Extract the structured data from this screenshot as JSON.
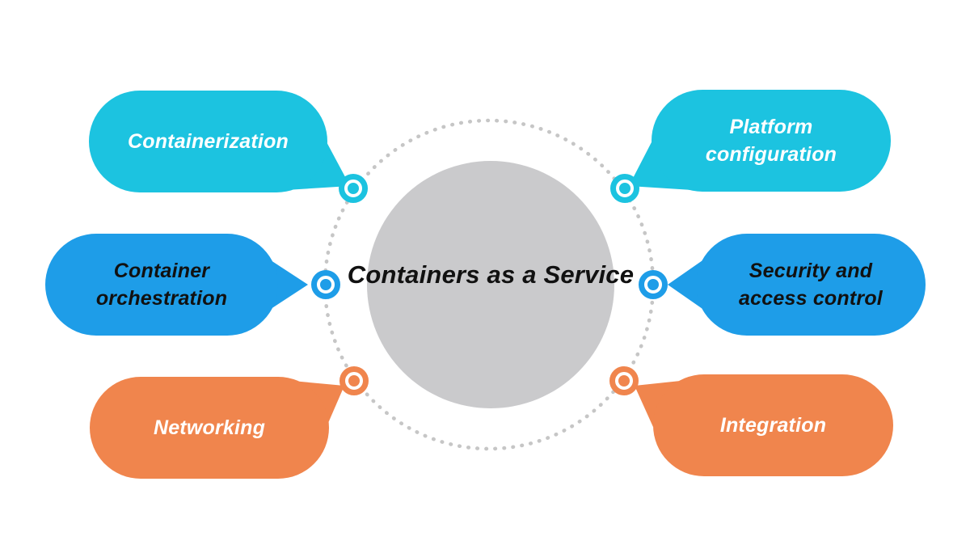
{
  "diagram": {
    "type": "radial-topic-map",
    "center": {
      "title": "Containers as a Service",
      "shape": "circle",
      "fill_color": "#cacacc",
      "text_color": "#111111"
    },
    "ring": {
      "style": "dotted",
      "color": "#c6c6c6"
    },
    "colors": {
      "cyan": "#1cc3e0",
      "blue": "#1e9de8",
      "orange": "#f0854d"
    },
    "bubbles": [
      {
        "id": "containerization",
        "label": "Containerization",
        "color": "#1cc3e0",
        "text_color": "#ffffff",
        "position": "top-left",
        "connector_icon": "target-icon"
      },
      {
        "id": "platform-configuration",
        "label": "Platform configuration",
        "color": "#1cc3e0",
        "text_color": "#ffffff",
        "position": "top-right",
        "connector_icon": "target-icon"
      },
      {
        "id": "container-orchestration",
        "label": "Container orchestration",
        "color": "#1e9de8",
        "text_color": "#111111",
        "position": "middle-left",
        "connector_icon": "target-icon"
      },
      {
        "id": "security-access-control",
        "label": "Security and access control",
        "color": "#1e9de8",
        "text_color": "#111111",
        "position": "middle-right",
        "connector_icon": "target-icon"
      },
      {
        "id": "networking",
        "label": "Networking",
        "color": "#f0854d",
        "text_color": "#ffffff",
        "position": "bottom-left",
        "connector_icon": "target-icon"
      },
      {
        "id": "integration",
        "label": "Integration",
        "color": "#f0854d",
        "text_color": "#ffffff",
        "position": "bottom-right",
        "connector_icon": "target-icon"
      }
    ]
  }
}
